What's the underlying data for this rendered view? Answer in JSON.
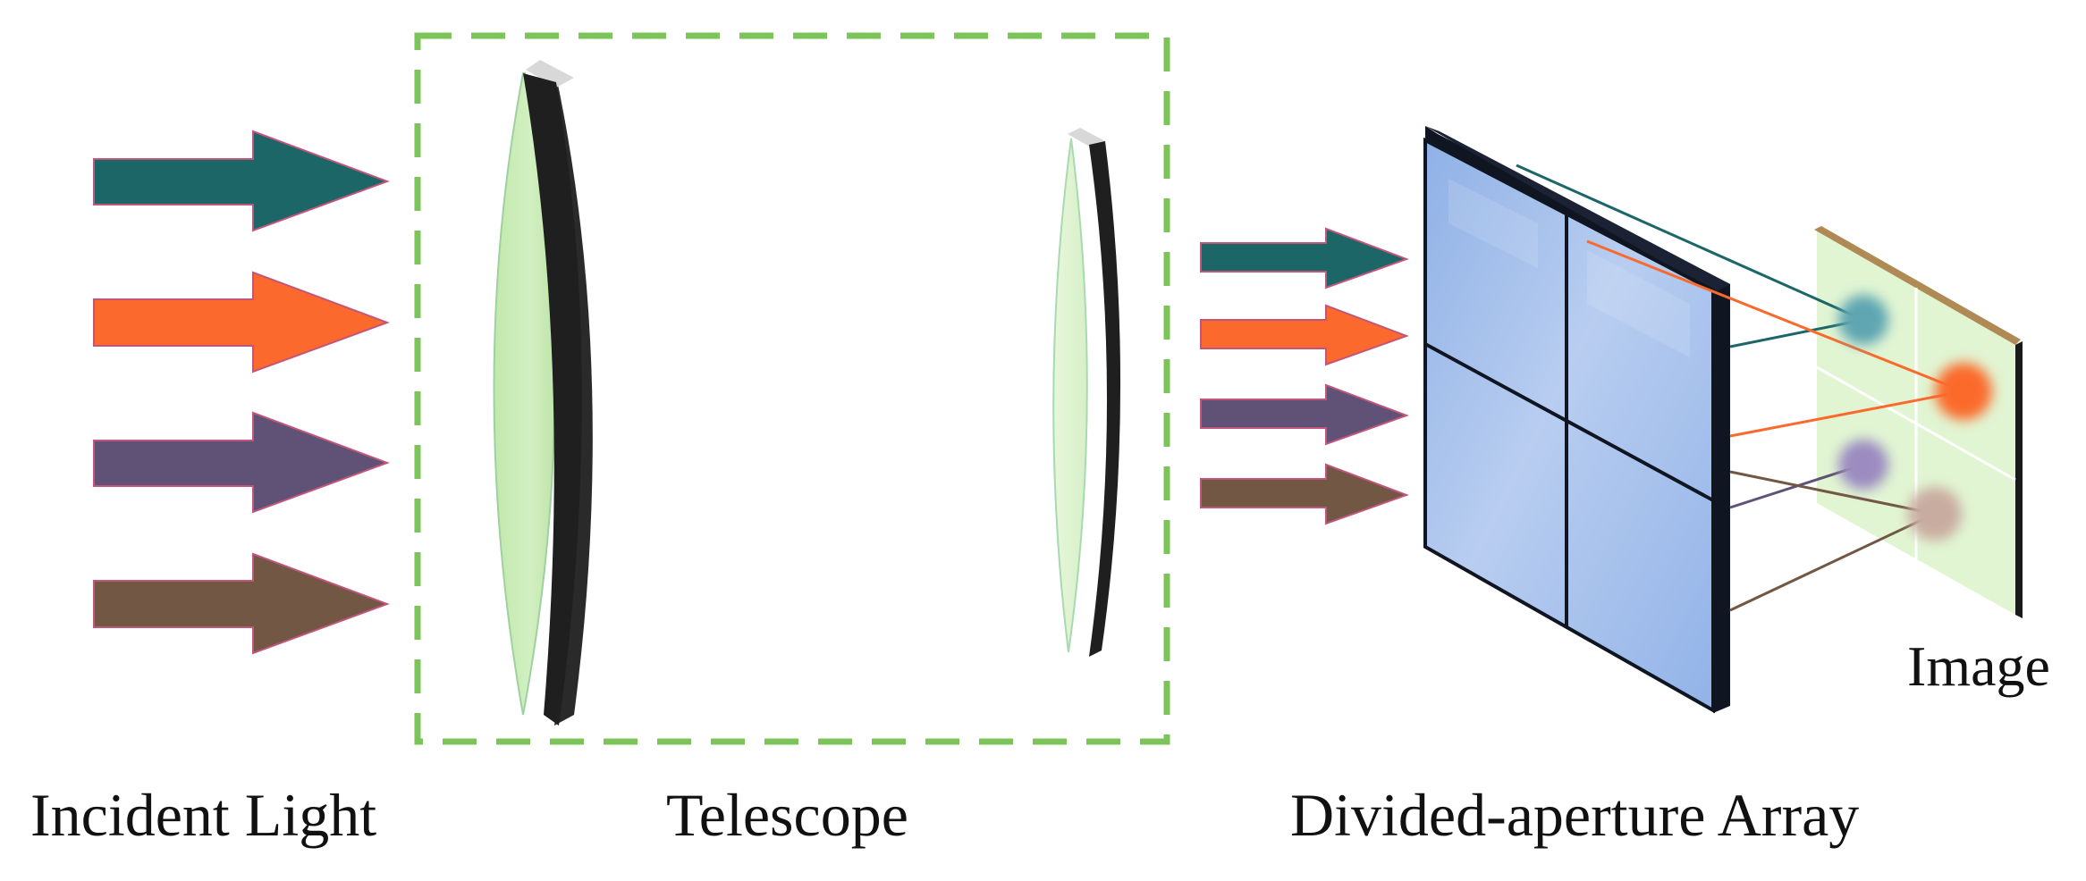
{
  "labels": {
    "incident_light": "Incident Light",
    "telescope": "Telescope",
    "array": "Divided-aperture Array",
    "image": "Image"
  },
  "colors": {
    "beam_teal": "#1c6668",
    "beam_orange": "#fb6a2c",
    "beam_purple": "#5f5276",
    "beam_brown": "#725745",
    "arrow_outline": "#c2557a",
    "telescope_box": "#7cc45a",
    "lens_fill": "#cdeebb",
    "lens_edge": "#2a2a2a",
    "aperture_fill": "#9dbcea",
    "image_plane": "#e1f5d3",
    "image_frame": "#b08a54"
  },
  "beams": [
    "teal",
    "orange",
    "purple",
    "brown"
  ],
  "icons": [
    "arrow-right-icon",
    "lens-icon",
    "aperture-grid-icon",
    "detector-plane-icon"
  ]
}
